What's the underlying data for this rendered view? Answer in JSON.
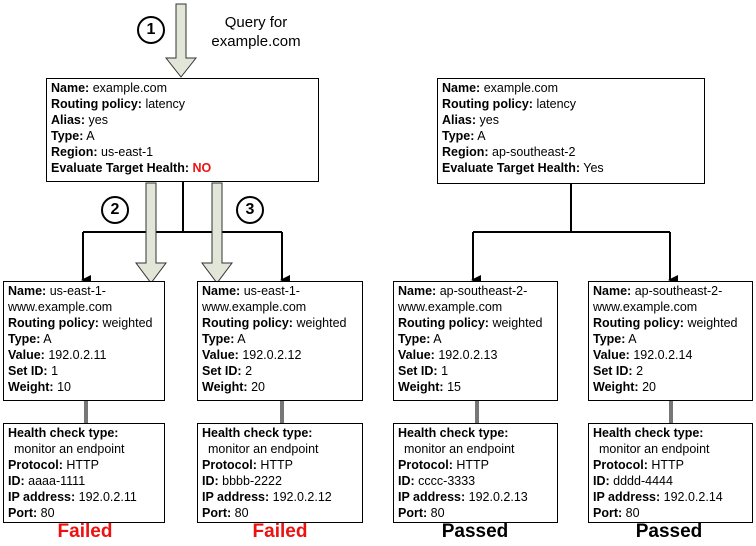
{
  "query": {
    "line1": "Query for",
    "line2": "example.com"
  },
  "step_numbers": [
    "1",
    "2",
    "3"
  ],
  "labels": {
    "name": "Name:",
    "routing_policy": "Routing policy:",
    "alias": "Alias:",
    "type": "Type:",
    "region": "Region:",
    "eval_health": "Evaluate Target Health:",
    "value": "Value:",
    "set_id": "Set ID:",
    "weight": "Weight:",
    "hc_type": "Health check type:",
    "protocol": "Protocol:",
    "id": "ID:",
    "ip": "IP address:",
    "port": "Port:"
  },
  "latency_records": [
    {
      "name": "example.com",
      "routing_policy": "latency",
      "alias": "yes",
      "type": "A",
      "region": "us-east-1",
      "eval_health": "NO"
    },
    {
      "name": "example.com",
      "routing_policy": "latency",
      "alias": "yes",
      "type": "A",
      "region": "ap-southeast-2",
      "eval_health": "Yes"
    }
  ],
  "weighted_records": [
    {
      "name1": "us-east-1-",
      "name2": "www.example.com",
      "routing_policy": "weighted",
      "type": "A",
      "value": "192.0.2.11",
      "set_id": "1",
      "weight": "10"
    },
    {
      "name1": "us-east-1-",
      "name2": "www.example.com",
      "routing_policy": "weighted",
      "type": "A",
      "value": "192.0.2.12",
      "set_id": "2",
      "weight": "20"
    },
    {
      "name1": "ap-southeast-2-",
      "name2": "www.example.com",
      "routing_policy": "weighted",
      "type": "A",
      "value": "192.0.2.13",
      "set_id": "1",
      "weight": "15"
    },
    {
      "name1": "ap-southeast-2-",
      "name2": "www.example.com",
      "routing_policy": "weighted",
      "type": "A",
      "value": "192.0.2.14",
      "set_id": "2",
      "weight": "20"
    }
  ],
  "health_checks": [
    {
      "hc_type": "monitor an endpoint",
      "protocol": "HTTP",
      "id": "aaaa-1111",
      "ip": "192.0.2.11",
      "port": "80",
      "result": "Failed"
    },
    {
      "hc_type": "monitor an endpoint",
      "protocol": "HTTP",
      "id": "bbbb-2222",
      "ip": "192.0.2.12",
      "port": "80",
      "result": "Failed"
    },
    {
      "hc_type": "monitor an endpoint",
      "protocol": "HTTP",
      "id": "cccc-3333",
      "ip": "192.0.2.13",
      "port": "80",
      "result": "Passed"
    },
    {
      "hc_type": "monitor an endpoint",
      "protocol": "HTTP",
      "id": "dddd-4444",
      "ip": "192.0.2.14",
      "port": "80",
      "result": "Passed"
    }
  ],
  "colors": {
    "failed": "#ee1111",
    "passed": "#000000",
    "no_flag": "#ee1111",
    "arrow_fill": "#e2e6d8"
  }
}
